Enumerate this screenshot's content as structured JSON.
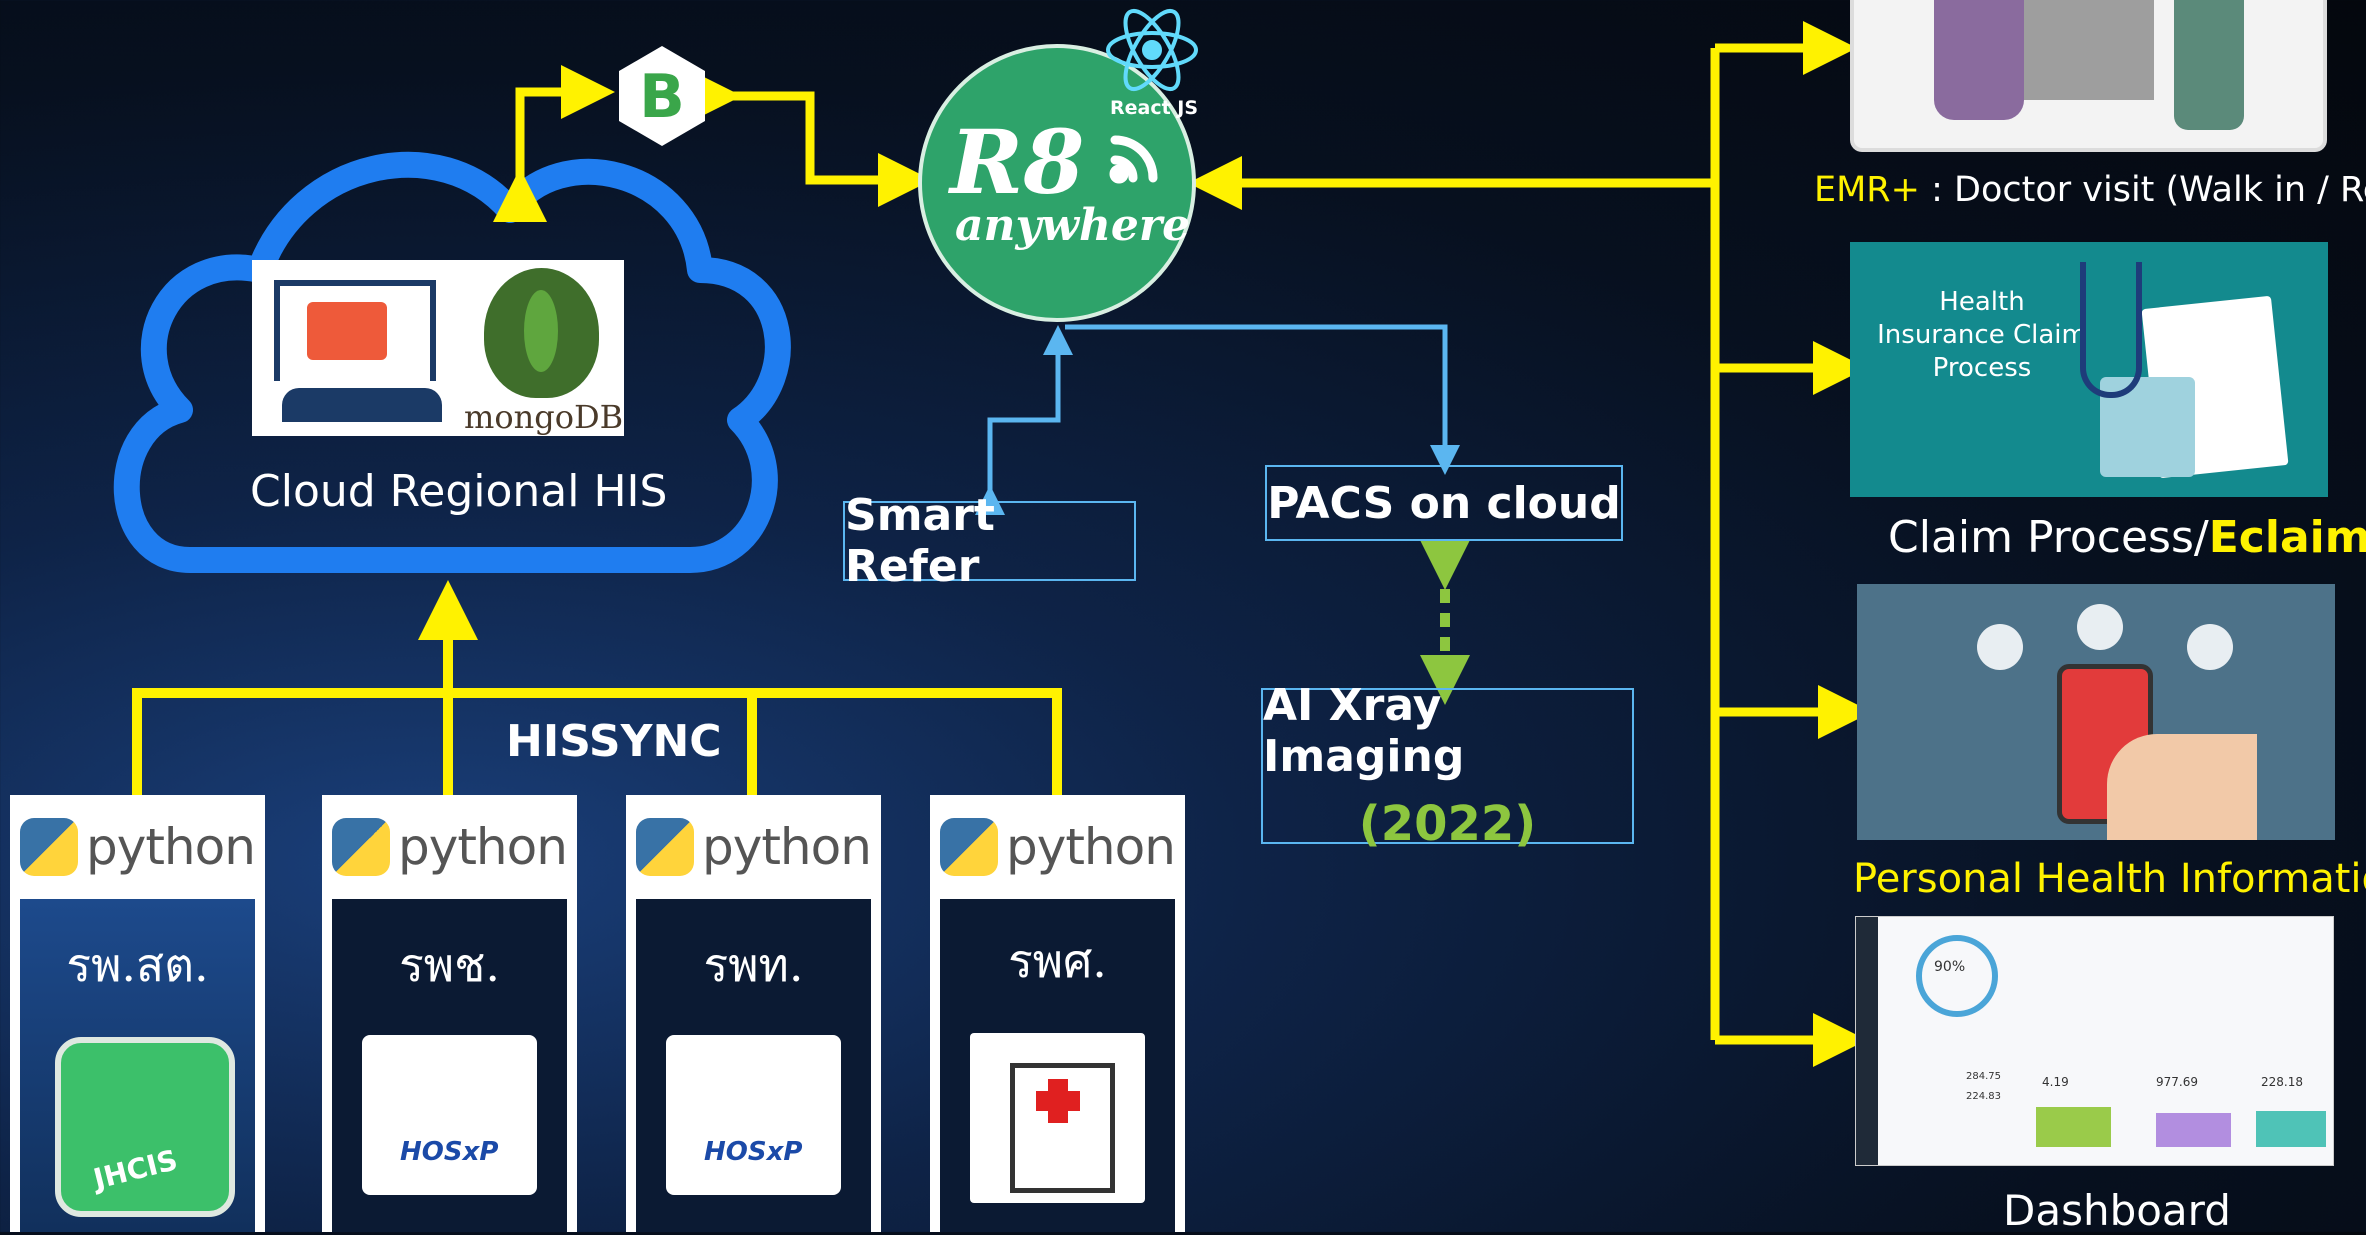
{
  "hub": {
    "name_top": "R8",
    "name_bottom": "anywhere",
    "react_label": "React JS"
  },
  "cloud": {
    "title": "Cloud Regional HIS",
    "mongo_label": "mongoDB"
  },
  "sync": {
    "label": "HISSYNC"
  },
  "boxes": {
    "smart_refer": "Smart Refer",
    "pacs": "PACS on cloud",
    "ai_xray": "AI Xray Imaging",
    "ai_year": "(2022)"
  },
  "sources": [
    {
      "python": "python",
      "name": "รพ.สต.",
      "logo": "JHCIS"
    },
    {
      "python": "python",
      "name": "รพช.",
      "logo": "HOSxP"
    },
    {
      "python": "python",
      "name": "รพท.",
      "logo": "HOSxP"
    },
    {
      "python": "python",
      "name": "รพศ.",
      "logo": ""
    }
  ],
  "outputs": {
    "emr_prefix": "EMR+",
    "emr_text": " : Doctor visit (Walk in / Refer)",
    "claim_image_title": "Health Insurance Claim Process",
    "claim_prefix": "Claim Process/",
    "claim_highlight": "Eclaim",
    "phi": "Personal Health Information",
    "dashboard": "Dashboard",
    "dashboard_values": [
      "4.19",
      "977.69",
      "228.18",
      "284.75",
      "224.83",
      "90%"
    ]
  },
  "colors": {
    "yellow": "#fff200",
    "blue": "#5bb6f0",
    "green": "#8dc63f",
    "hub": "#2ea36a",
    "cloud": "#1f7df0"
  }
}
